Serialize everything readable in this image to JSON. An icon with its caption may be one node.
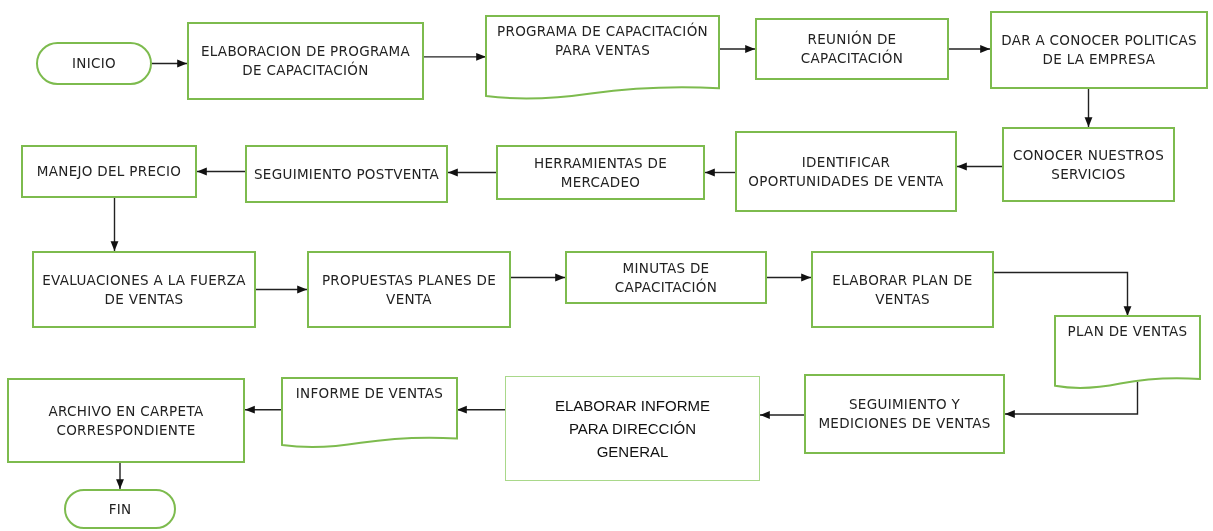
{
  "diagram": {
    "nodes": [
      {
        "text": [
          "INICIO"
        ]
      },
      {
        "text": [
          "ELABORACION DE PROGRAMA DE CAPACITACIÓN"
        ]
      },
      {
        "text": [
          "PROGRAMA DE CAPACITACIÓN PARA VENTAS"
        ]
      },
      {
        "text": [
          "REUNIÓN DE CAPACITACIÓN"
        ]
      },
      {
        "text": [
          "DAR A CONOCER POLITICAS DE LA EMPRESA"
        ]
      },
      {
        "text": [
          "CONOCER NUESTROS SERVICIOS"
        ]
      },
      {
        "text": [
          "IDENTIFICAR OPORTUNIDADES DE VENTA"
        ]
      },
      {
        "text": [
          "HERRAMIENTAS DE MERCADEO"
        ]
      },
      {
        "text": [
          "SEGUIMIENTO POSTVENTA"
        ]
      },
      {
        "text": [
          "MANEJO DEL PRECIO"
        ]
      },
      {
        "text": [
          "EVALUACIONES A LA FUERZA DE VENTAS"
        ]
      },
      {
        "text": [
          "PROPUESTAS PLANES DE VENTA"
        ]
      },
      {
        "text": [
          "MINUTAS DE CAPACITACIÓN"
        ]
      },
      {
        "text": [
          "ELABORAR PLAN DE VENTAS"
        ]
      },
      {
        "text": [
          "PLAN DE VENTAS"
        ]
      },
      {
        "text": [
          "SEGUIMIENTO Y MEDICIONES DE VENTAS"
        ]
      },
      {
        "text": [
          "ELABORAR INFORME PARA DIRECCIÓN GENERAL"
        ]
      },
      {
        "text": [
          "INFORME DE VENTAS"
        ]
      },
      {
        "text": [
          "ARCHIVO EN CARPETA CORRESPONDIENTE"
        ]
      },
      {
        "text": [
          "FIN"
        ]
      }
    ],
    "edges": [
      {
        "from": 0,
        "to": 1,
        "arrow": "to"
      },
      {
        "from": 1,
        "to": 2,
        "arrow": "to"
      },
      {
        "from": 2,
        "to": 3,
        "arrow": "to"
      },
      {
        "from": 3,
        "to": 4,
        "arrow": "to"
      },
      {
        "from": 4,
        "to": 5,
        "arrow": "to"
      },
      {
        "from": 5,
        "to": 6,
        "arrow": "to"
      },
      {
        "from": 6,
        "to": 7,
        "arrow": "to"
      },
      {
        "from": 7,
        "to": 8,
        "arrow": "to"
      },
      {
        "from": 8,
        "to": 9,
        "arrow": "to"
      },
      {
        "from": 9,
        "to": 10,
        "arrow": "to"
      },
      {
        "from": 10,
        "to": 11,
        "arrow": "to"
      },
      {
        "from": 11,
        "to": 12,
        "arrow": "to"
      },
      {
        "from": 12,
        "to": 13,
        "arrow": "to"
      },
      {
        "from": 13,
        "to": 14,
        "arrow": "to"
      },
      {
        "from": 14,
        "to": 15,
        "arrow": "to"
      },
      {
        "from": 15,
        "to": 16,
        "arrow": "to"
      },
      {
        "from": 16,
        "to": 17,
        "arrow": "to"
      },
      {
        "from": 17,
        "to": 18,
        "arrow": "to"
      },
      {
        "from": 18,
        "to": 19,
        "arrow": "to"
      }
    ]
  }
}
